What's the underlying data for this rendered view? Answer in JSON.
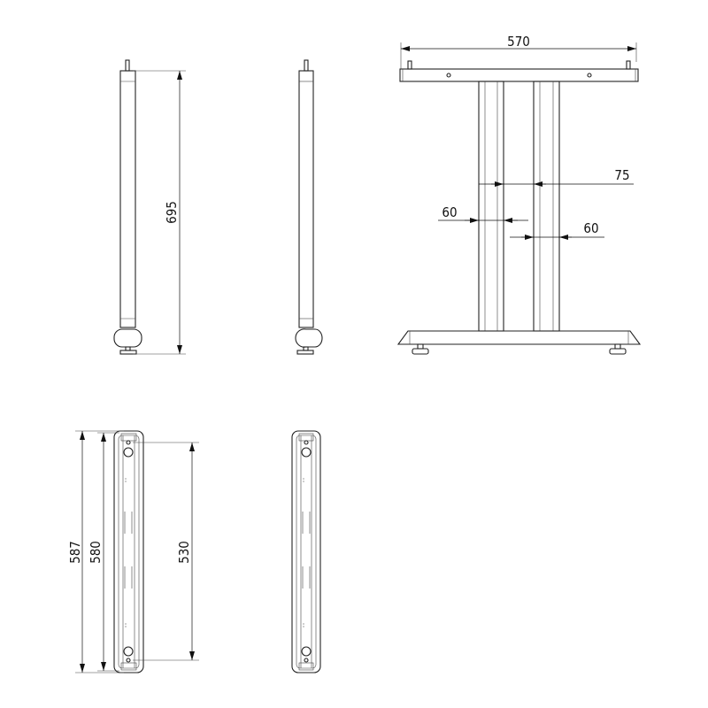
{
  "dimensions": {
    "front_width": "570",
    "post_spacing": "75",
    "post_width_left": "60",
    "post_width_right": "60",
    "side_height": "695",
    "foot_length_overall": "587",
    "foot_length": "580",
    "foot_hole_spacing": "530"
  },
  "colors": {
    "line": "#222222",
    "background": "#ffffff"
  }
}
